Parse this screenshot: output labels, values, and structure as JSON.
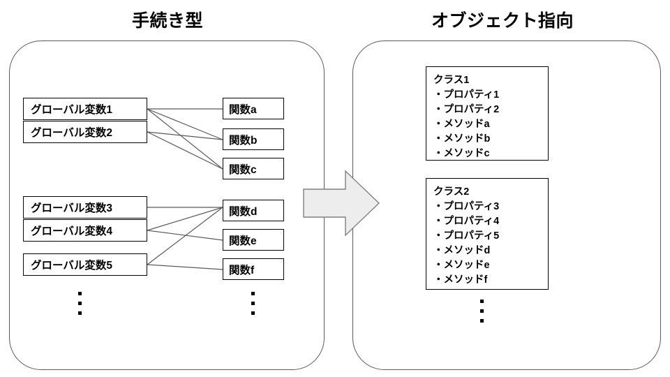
{
  "diagram": {
    "type": "comparison-diagram",
    "left_panel": {
      "title": "手続き型",
      "global_variables": [
        {
          "label": "グローバル変数1"
        },
        {
          "label": "グローバル変数2"
        },
        {
          "label": "グローバル変数3"
        },
        {
          "label": "グローバル変数4"
        },
        {
          "label": "グローバル変数5"
        }
      ],
      "functions": [
        {
          "label": "関数a"
        },
        {
          "label": "関数b"
        },
        {
          "label": "関数c"
        },
        {
          "label": "関数d"
        },
        {
          "label": "関数e"
        },
        {
          "label": "関数f"
        }
      ],
      "connections": [
        {
          "from": "グローバル変数1",
          "to": "関数a"
        },
        {
          "from": "グローバル変数1",
          "to": "関数b"
        },
        {
          "from": "グローバル変数1",
          "to": "関数c"
        },
        {
          "from": "グローバル変数2",
          "to": "関数b"
        },
        {
          "from": "グローバル変数2",
          "to": "関数c"
        },
        {
          "from": "グローバル変数3",
          "to": "関数d"
        },
        {
          "from": "グローバル変数4",
          "to": "関数d"
        },
        {
          "from": "グローバル変数4",
          "to": "関数e"
        },
        {
          "from": "グローバル変数5",
          "to": "関数d"
        },
        {
          "from": "グローバル変数5",
          "to": "関数f"
        }
      ],
      "ellipsis": "⋮"
    },
    "right_panel": {
      "title": "オブジェクト指向",
      "classes": [
        {
          "name": "クラス1",
          "members": [
            "・プロパティ1",
            "・プロパティ2",
            "・メソッドa",
            "・メソッドb",
            "・メソッドc"
          ]
        },
        {
          "name": "クラス2",
          "members": [
            "・プロパティ3",
            "・プロパティ4",
            "・プロパティ5",
            "・メソッドd",
            "・メソッドe",
            "・メソッドf"
          ]
        }
      ],
      "ellipsis": "⋮"
    },
    "arrow": {
      "direction": "right",
      "fill": "#EDEDED",
      "stroke": "#808080"
    },
    "colors": {
      "panel_border": "#595959",
      "box_border": "#000000",
      "connector_line": "#595959",
      "text": "#000000",
      "background": "#FFFFFF"
    }
  }
}
